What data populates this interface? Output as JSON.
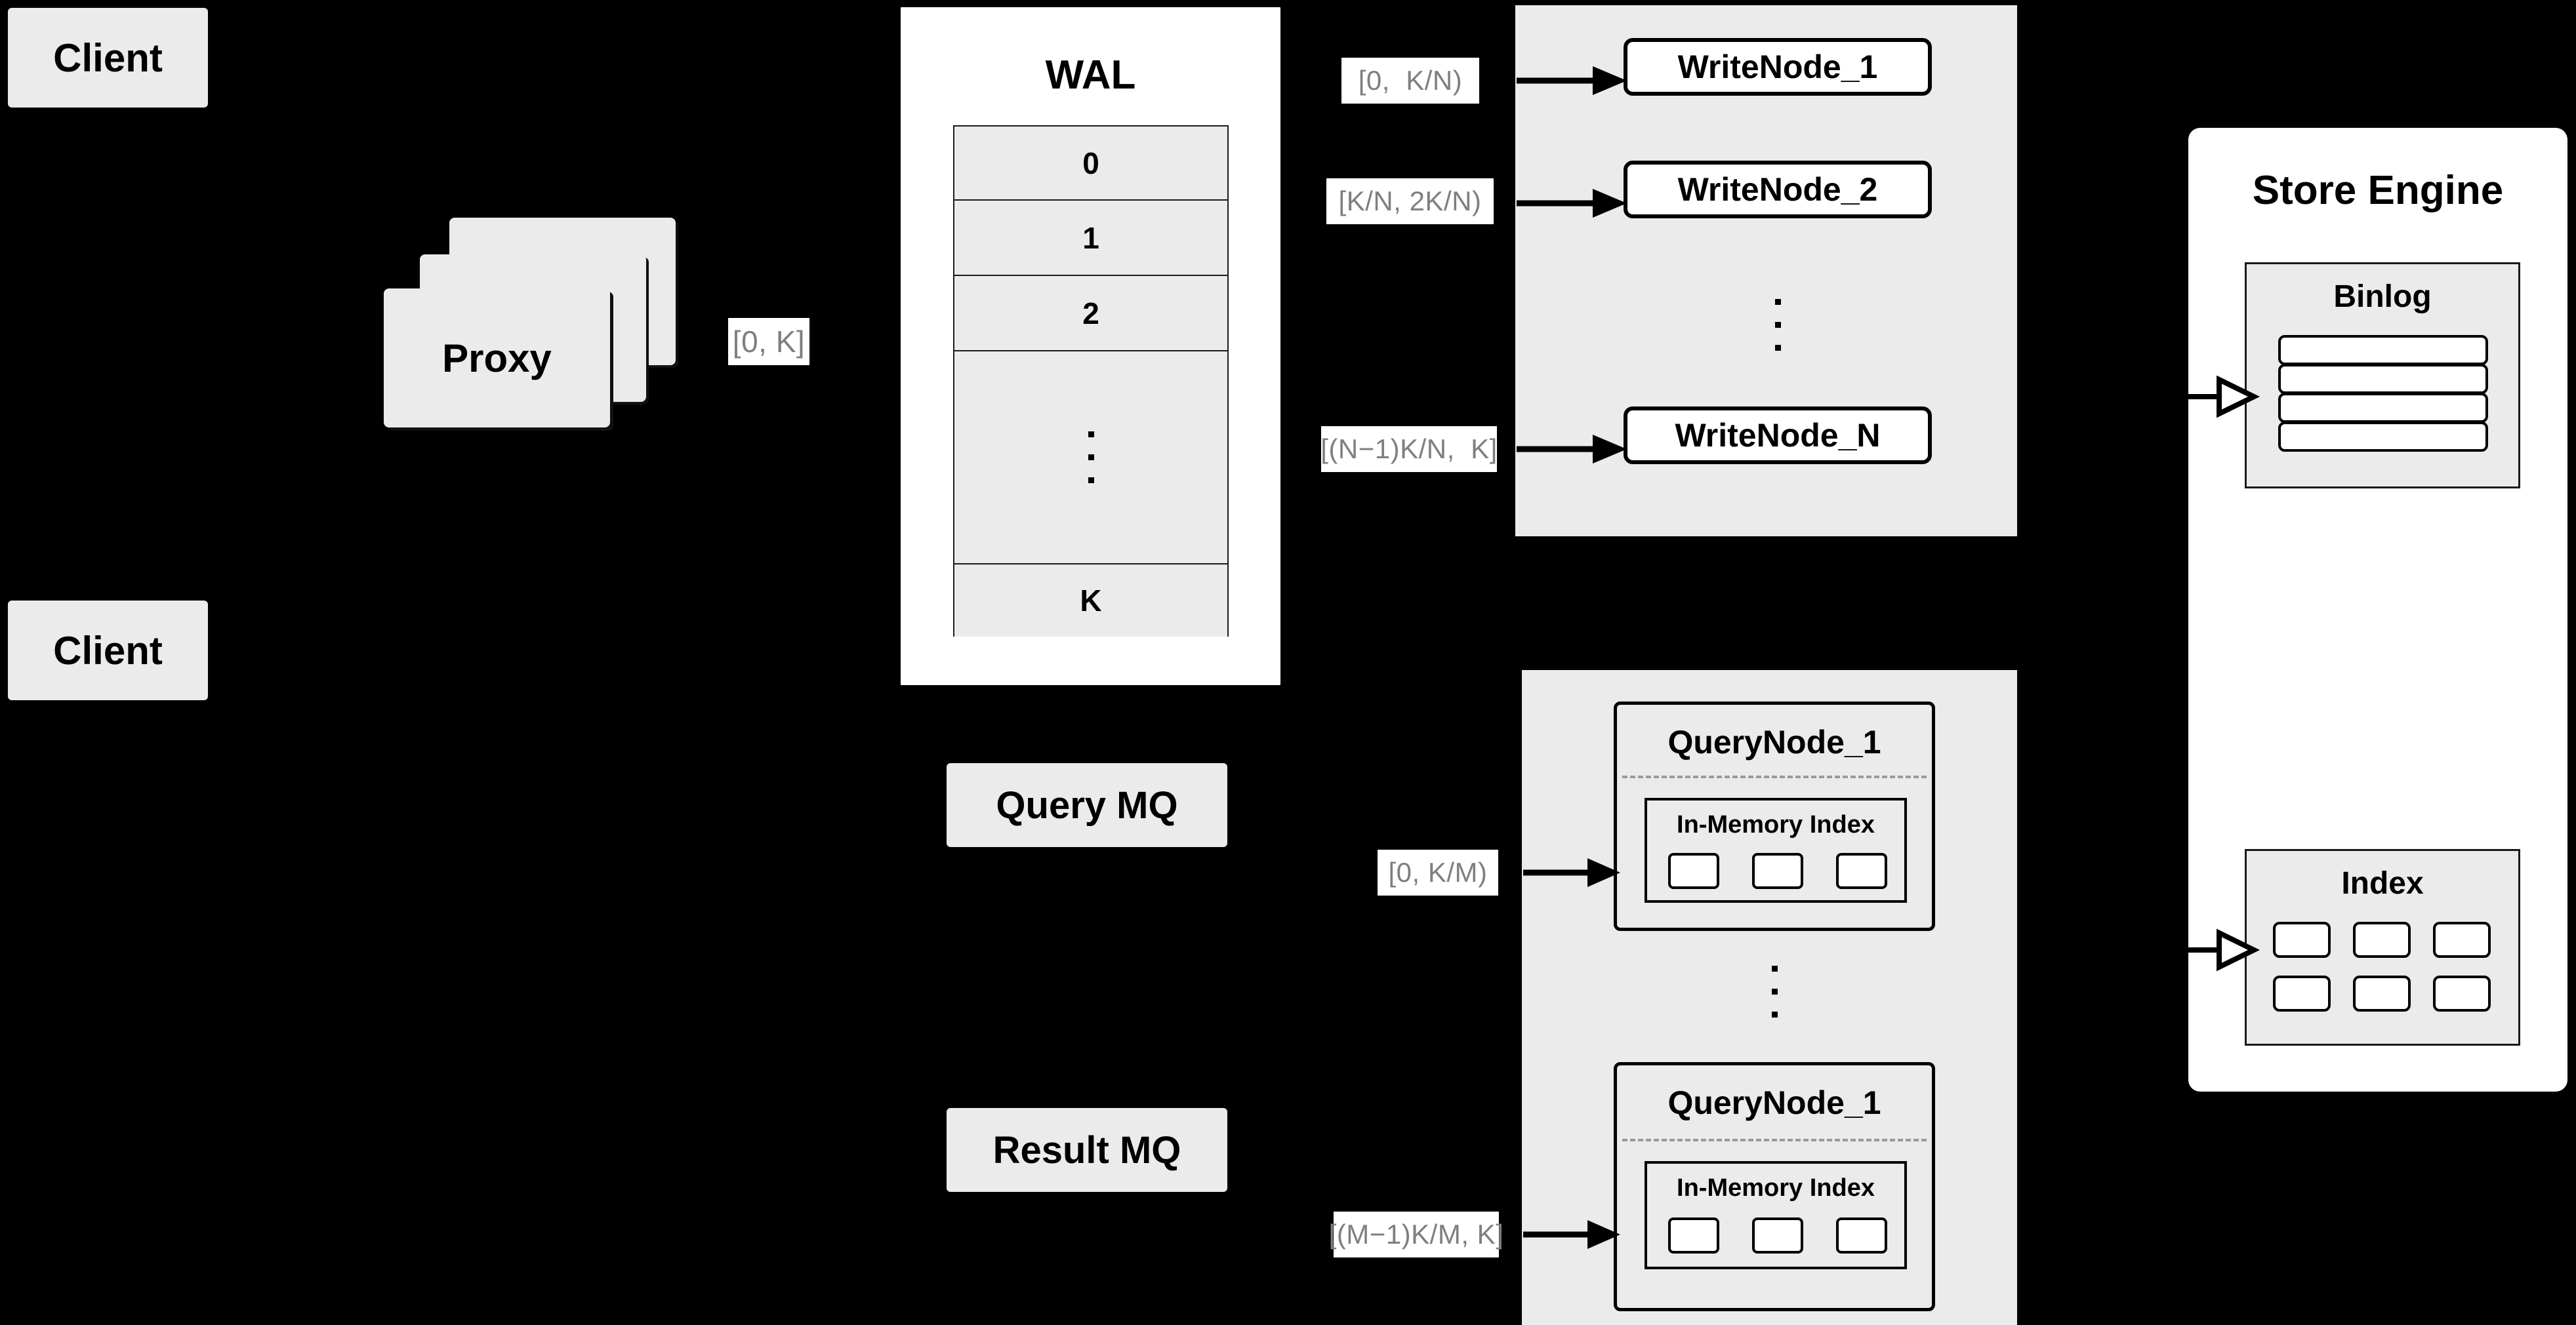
{
  "diagram": {
    "title": "Distributed write/query architecture",
    "background_color": "#000000",
    "plate_color": "#ebebeb",
    "label_text_color": "#7f7f7f",
    "border_color": "#000000"
  },
  "clients": [
    {
      "label": "Client"
    },
    {
      "label": "Client"
    }
  ],
  "proxy": {
    "label": "Proxy",
    "stack_count": 3
  },
  "labels": {
    "proxy_to_wal": "[0, K]",
    "write_ranges": [
      "[0,  K/N)",
      "[K/N, 2K/N)",
      "[(N−1)K/N,  K]"
    ],
    "query_ranges": [
      "[0, K/M)",
      "[(M−1)K/M, K]"
    ]
  },
  "wal": {
    "title": "WAL",
    "entries": [
      "0",
      "1",
      "2"
    ],
    "ellipsis_dots": 3,
    "last_entry": "K"
  },
  "write_group": {
    "nodes": [
      "WriteNode_1",
      "WriteNode_2",
      "WriteNode_N"
    ],
    "ellipsis_dots": 3
  },
  "query_group": {
    "nodes": [
      {
        "title": "QueryNode_1",
        "index_title": "In-Memory Index",
        "chip_count": 3
      },
      {
        "title": "QueryNode_1",
        "index_title": "In-Memory Index",
        "chip_count": 3
      }
    ],
    "ellipsis_dots": 3
  },
  "message_queues": [
    {
      "label": "Query MQ"
    },
    {
      "label": "Result MQ"
    }
  ],
  "store_engine": {
    "title": "Store Engine",
    "binlog": {
      "title": "Binlog",
      "row_count": 4
    },
    "index": {
      "title": "Index",
      "chip_rows": 2,
      "chip_cols": 3
    }
  }
}
